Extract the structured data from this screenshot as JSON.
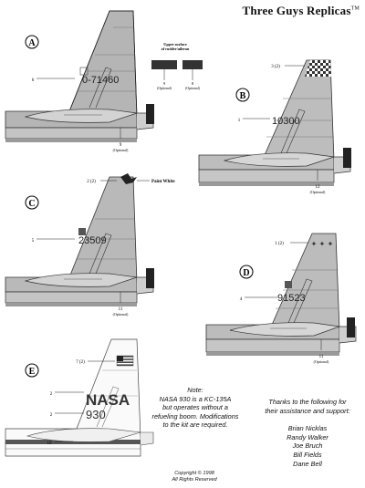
{
  "header": {
    "brand": "Three Guys Replicas",
    "tm": "TM"
  },
  "rudder_note": {
    "line1": "Upper surface",
    "line2": "of rudder/aileron",
    "opt_a": "9",
    "opt_a_sub": "(Optional)",
    "opt_b": "8",
    "opt_b_sub": "(Optional)"
  },
  "tails": {
    "A": {
      "letter": "A",
      "serial": "0-71460",
      "callout_main": "6",
      "callout_bottom": "9",
      "callout_bottom_sub": "(Optional)"
    },
    "B": {
      "letter": "B",
      "serial": "10300",
      "callout_top": "3 (2)",
      "callout_main": "1",
      "callout_bottom": "12",
      "callout_bottom_sub": "(Optional)"
    },
    "C": {
      "letter": "C",
      "serial": "23509",
      "callout_top": "2 (2)",
      "paint": "Paint White",
      "callout_main": "5",
      "callout_bottom": "11",
      "callout_bottom_sub": "(Optional)"
    },
    "D": {
      "letter": "D",
      "serial": "91523",
      "callout_top": "1 (2)",
      "callout_main": "4",
      "callout_bottom": "11",
      "callout_bottom_sub": "(Optional)"
    },
    "E": {
      "letter": "E",
      "logo": "NASA",
      "serial": "930",
      "callout_top": "7 (2)",
      "callout_a": "2",
      "callout_b": "2",
      "callout_c": "10"
    }
  },
  "note": {
    "title": "Note:",
    "lines": [
      "NASA 930 is a KC-135A",
      "but operates without a",
      "refueling boom.  Modifications",
      "to the kit are required."
    ]
  },
  "thanks": {
    "lines": [
      "Thanks to the following for",
      "their assistance and support:"
    ],
    "names": [
      "Brian Nicklas",
      "Randy Walker",
      "Joe Bruch",
      "Bill Fields",
      "Dane Bell"
    ]
  },
  "copyright": {
    "line1": "Copyright © 1998",
    "line2": "All Rights Reserved"
  }
}
